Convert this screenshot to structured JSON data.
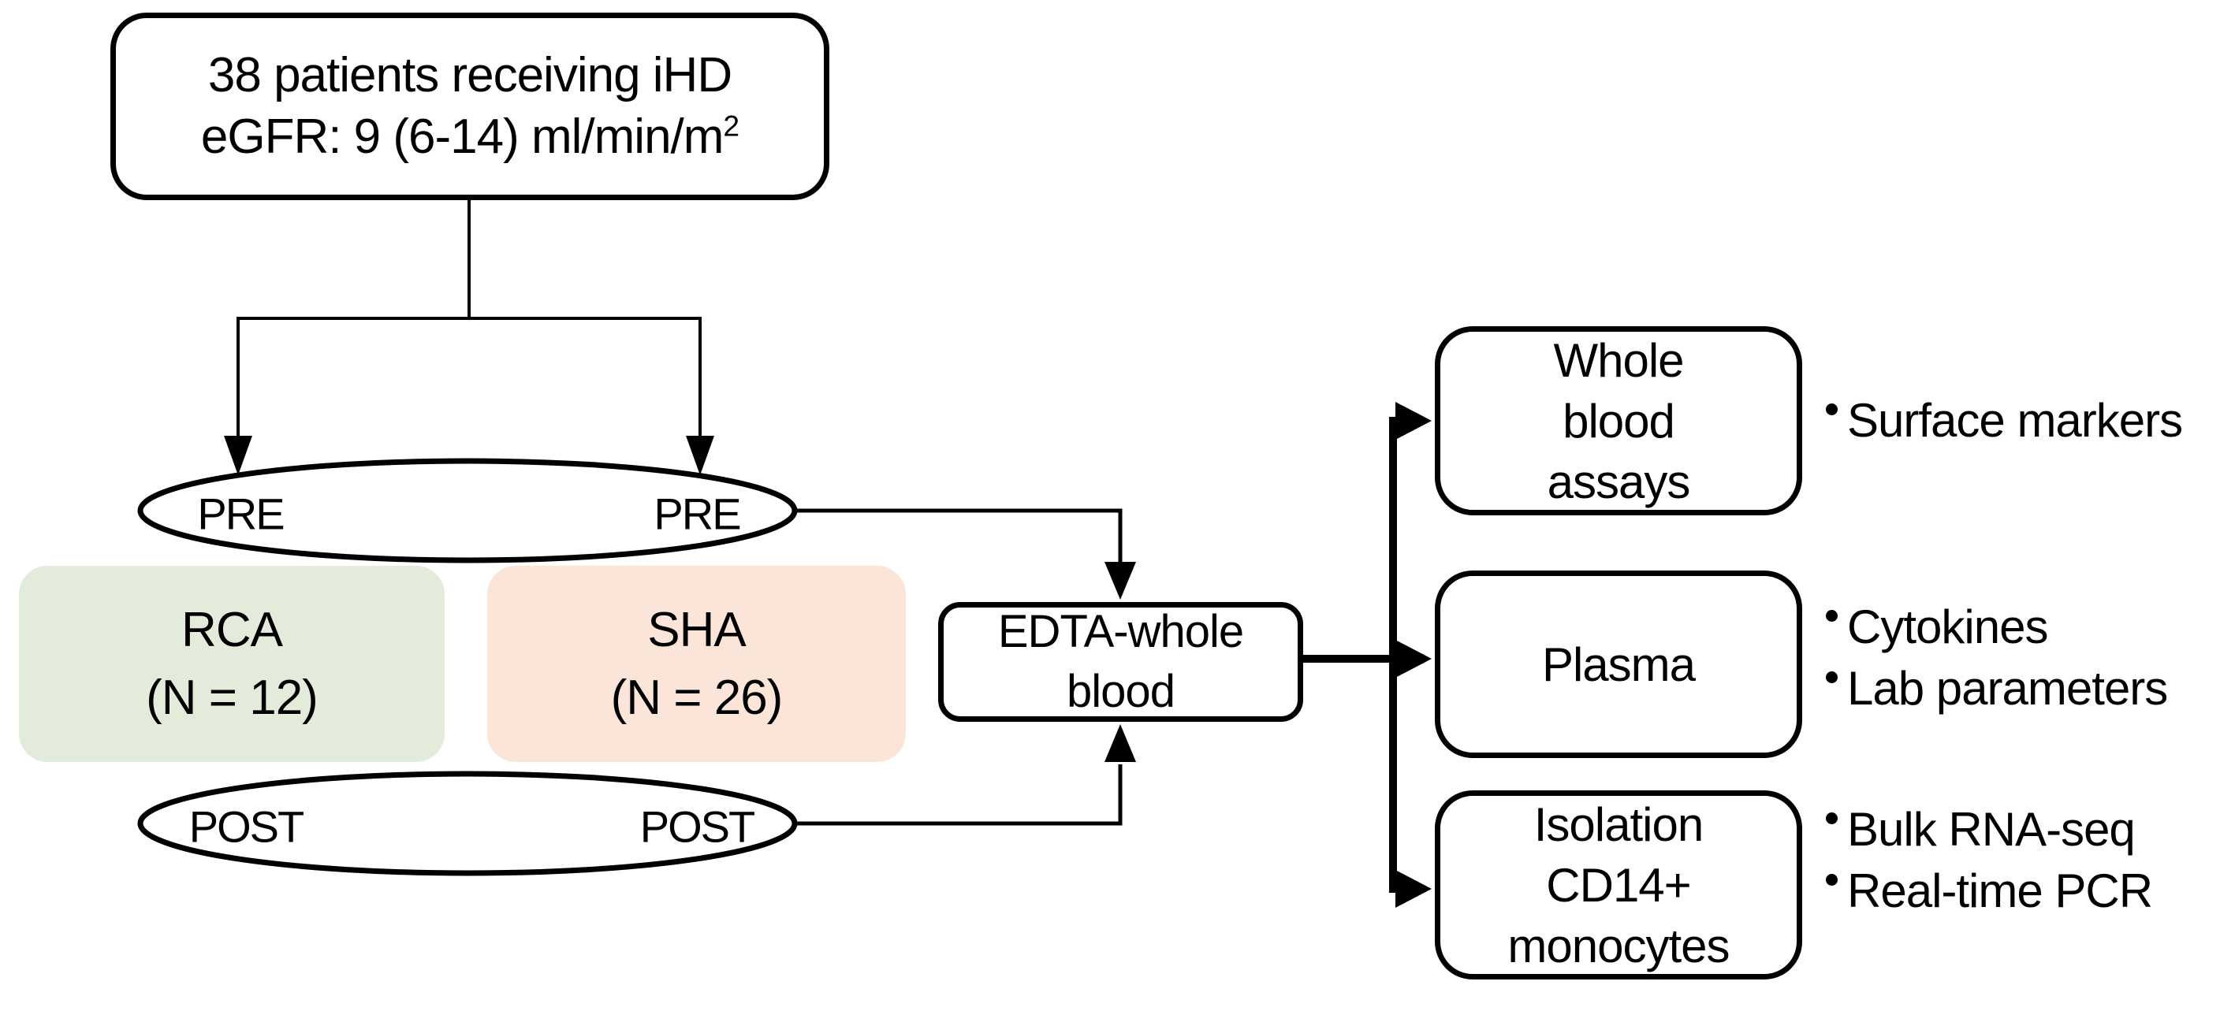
{
  "figure": {
    "background": "#ffffff",
    "line_color": "#000000",
    "top_box": {
      "line1": "38 patients receiving iHD",
      "line2": "eGFR: 9 (6-14) ml/min/m",
      "line2_sup": "2"
    },
    "timepoints": {
      "pre_left": "PRE",
      "pre_right": "PRE",
      "post_left": "POST",
      "post_right": "POST"
    },
    "arms": {
      "rca": {
        "name": "RCA",
        "n": "(N = 12)",
        "bg": "#e3ecda"
      },
      "sha": {
        "name": "SHA",
        "n": "(N = 26)",
        "bg": "#fbe5d8"
      }
    },
    "edta_box": {
      "line1": "EDTA-whole",
      "line2": "blood"
    },
    "outputs": [
      {
        "lines": [
          "Whole",
          "blood",
          "assays"
        ],
        "bullets": [
          "Surface markers"
        ]
      },
      {
        "lines": [
          "Plasma"
        ],
        "bullets": [
          "Cytokines",
          "Lab parameters"
        ]
      },
      {
        "lines": [
          "Isolation",
          "CD14+",
          "monocytes"
        ],
        "bullets": [
          "Bulk RNA-seq",
          "Real-time PCR"
        ]
      }
    ]
  }
}
